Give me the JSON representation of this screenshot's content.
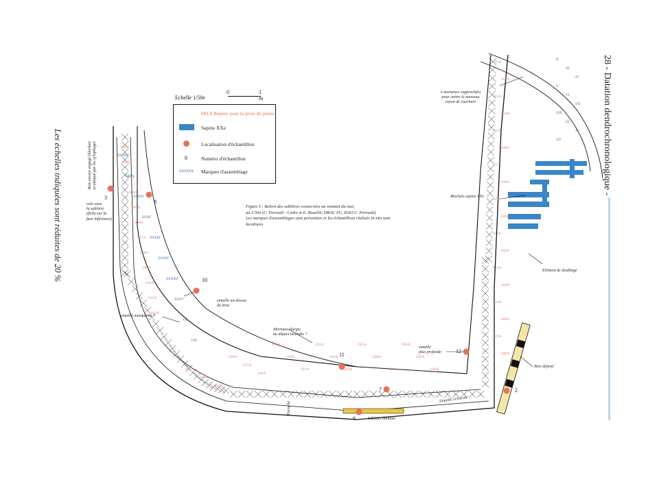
{
  "side_title": "28 - Datation dendrochronologique -",
  "side_note": "Les échelles indiquées sont réduites de 20 %",
  "scale": {
    "label": "Echelle 1/50e",
    "zero": "0",
    "one": "1 m"
  },
  "legend": [
    {
      "label": "001A Repère pour la prise de photo",
      "kind": "text-red"
    },
    {
      "label": "Sapins XXe",
      "kind": "blue-rect"
    },
    {
      "label": "Localisation d'échantillon",
      "kind": "red-dot"
    },
    {
      "label": "Numéro d'échantillon",
      "kind": "numeral",
      "symbol": "8"
    },
    {
      "label": "Marques d'assemblage",
      "kind": "cross-mark"
    }
  ],
  "caption": [
    "Figure 5 : Relevé des sablières conservées au sommet du mur,",
    "au 1/50e (C. Perrault - Cedre et E. Bouelin, DRAC FC, DAO C. Perrault).",
    "Les marques d'assemblages sont présentées et les échantillons réalisés in situ sont",
    "localisées"
  ],
  "notes": {
    "mortaises": [
      "3 mortaises rapprochées",
      "pour suivre le nouveau",
      "rayon de courbure"
    ],
    "blochets": "Blochets sapins XXe",
    "doublage": "Elément de doublage",
    "bois_depose": "Bois déposé",
    "bois_encore": [
      "Bois encore engagé (blochet)",
      "et attaqué par les xylophages"
    ],
    "cale": [
      "cale sous",
      "la sablière",
      "(fiche sur la",
      "face inférieure)"
    ],
    "entaille_marquante": "entaille marquante ?",
    "entaille_dessus": [
      "entaille au-dessus",
      "du bras"
    ],
    "mortaise_elargie": [
      "Mortaise élargie",
      "au départ incendie ?"
    ],
    "entaille_profonde": [
      "entaille",
      "plus profonde"
    ],
    "sabliere_doublee": "Sablière doublée",
    "encoche_bas": "Encoche",
    "entaille_bas": "Entaille verticale"
  },
  "samples": [
    {
      "n": "2"
    },
    {
      "n": "3"
    },
    {
      "n": "6"
    },
    {
      "n": "7"
    },
    {
      "n": "8"
    },
    {
      "n": "10"
    },
    {
      "n": "11"
    },
    {
      "n": "12"
    }
  ],
  "colors": {
    "blue": "#3a86c8",
    "red": "#e6735c",
    "ink": "#111111",
    "yellow": "#e8c547"
  },
  "photo_marks_left": [
    "001A",
    "002A",
    "003A",
    "004A",
    "005A",
    "006A",
    "007A",
    "008A",
    "009A",
    "010A",
    "011A",
    "012A"
  ],
  "photo_marks_bottom": [
    "013A",
    "014A",
    "015A",
    "016A",
    "017A",
    "018A",
    "019A",
    "020A",
    "021A",
    "022A",
    "023A",
    "024A",
    "025A",
    "026A",
    "027A",
    "028A",
    "029A",
    "030A"
  ],
  "photo_marks_right": [
    "031A",
    "032A",
    "033A",
    "034A",
    "035A",
    "036A",
    "037A",
    "038A",
    "039A",
    "040A",
    "041A",
    "042A",
    "043A",
    "044A",
    "045A",
    "046A",
    "047A",
    "048A"
  ],
  "assembly_left": [
    "XXVIIII",
    "XXXX",
    "XXXXI",
    "XXXII",
    "XXXIII",
    "XXXIII",
    "XXXIIII",
    "XXXV",
    "VII",
    "VIII"
  ],
  "assembly_right": [
    "II",
    "III",
    "IV",
    "V",
    "VI",
    "VII",
    "VIII",
    "IX",
    "XI",
    "XII"
  ]
}
